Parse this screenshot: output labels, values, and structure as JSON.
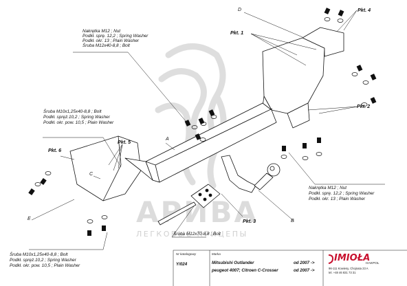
{
  "watermark": {
    "brand": "АРИВА",
    "tagline": "ЛЕГКОВЫЕ ПРИЦЕПЫ"
  },
  "callouts": {
    "top": [
      "Nakrętka M12 ; Nut",
      "Podkł. sprę. 12,2 ; Spring Washer",
      "Podkł. okr. 13 ; Plain Washer",
      "Śruba M12x40-8,8 ; Bolt"
    ],
    "left": [
      "Śruba M10x1,25x40-8,8 ; Bolt",
      "Podkł. spręż.10,2 ; Spring Washer",
      "Podkł. okr. pow. 10,5 ; Plain Washer"
    ],
    "right": [
      "Nakrętka M12 ; Nut",
      "Podkł. sprę. 12,2 ; Spring Washer",
      "Podkł. okr. 13 ; Plain Washer"
    ],
    "center_bolt": "Śruba M12x70-8,8 ; Bolt",
    "bottom_left": [
      "Śruba M10x1,25x40-8,8 ; Bolt",
      "Podkł. spręż.10,2 ; Spring Washer",
      "Podkł. okr. pow. 10,5 ; Plain Washer"
    ]
  },
  "points": {
    "pkt1": "Pkt. 1",
    "pkt2": "Pkt. 2",
    "pkt3": "Pkt. 3",
    "pkt4": "Pkt. 4",
    "pkt5": "Pkt. 5",
    "pkt6": "Pkt. 6"
  },
  "parts": {
    "a": "A",
    "b": "B",
    "c": "C",
    "d": "D",
    "e": "E"
  },
  "title_block": {
    "catalog_label": "Nr katalogowy",
    "marka_label": "Marka",
    "catalog_no": "Y/024",
    "vehicle_1": "Mitsubishi Outlander",
    "vehicle_2": "peugeot 4007; Citroen C-Crosser",
    "year_1": "od 2007 ->",
    "year_2": "od 2007 ->",
    "brand": "IMIOŁA",
    "brand_sub": "HAKPOL",
    "address_1": "96-111 Kowiesy, Chojnata 23 A",
    "address_2": "tel. +48 46 831 73 31"
  }
}
